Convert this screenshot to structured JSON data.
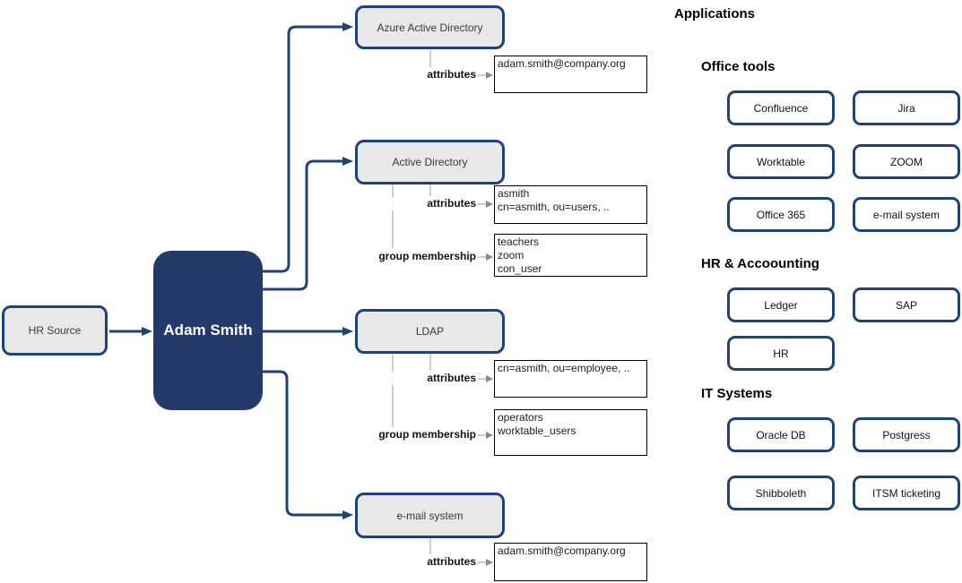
{
  "colors": {
    "accent_navy_stroke": "#1f4278",
    "accent_navy_fill": "#243a6b",
    "node_gray_fill": "#e8e8e8"
  },
  "flow": {
    "hr_source": "HR Source",
    "person": "Adam Smith",
    "attributes_label": "attributes",
    "group_membership_label": "group membership",
    "systems": {
      "azure_ad": {
        "title": "Azure Active Directory",
        "attributes": [
          "adam.smith@company.org"
        ]
      },
      "active_directory": {
        "title": "Active Directory",
        "attributes": [
          "asmith",
          "cn=asmith, ou=users, .."
        ],
        "groups": [
          "teachers",
          "zoom",
          "con_user"
        ]
      },
      "ldap": {
        "title": "LDAP",
        "attributes": [
          "cn=asmith, ou=employee, .."
        ],
        "groups": [
          "operators",
          "worktable_users"
        ]
      },
      "email": {
        "title": "e-mail system",
        "attributes": [
          "adam.smith@company.org"
        ]
      }
    }
  },
  "applications": {
    "title": "Applications",
    "sections": [
      {
        "title": "Office tools",
        "apps": [
          "Confluence",
          "Jira",
          "Worktable",
          "ZOOM",
          "Office 365",
          "e-mail system"
        ]
      },
      {
        "title": "HR & Accoounting",
        "apps": [
          "Ledger",
          "SAP",
          "HR"
        ]
      },
      {
        "title": "IT Systems",
        "apps": [
          "Oracle DB",
          "Postgress",
          "Shibboleth",
          "ITSM ticketing"
        ]
      }
    ]
  }
}
